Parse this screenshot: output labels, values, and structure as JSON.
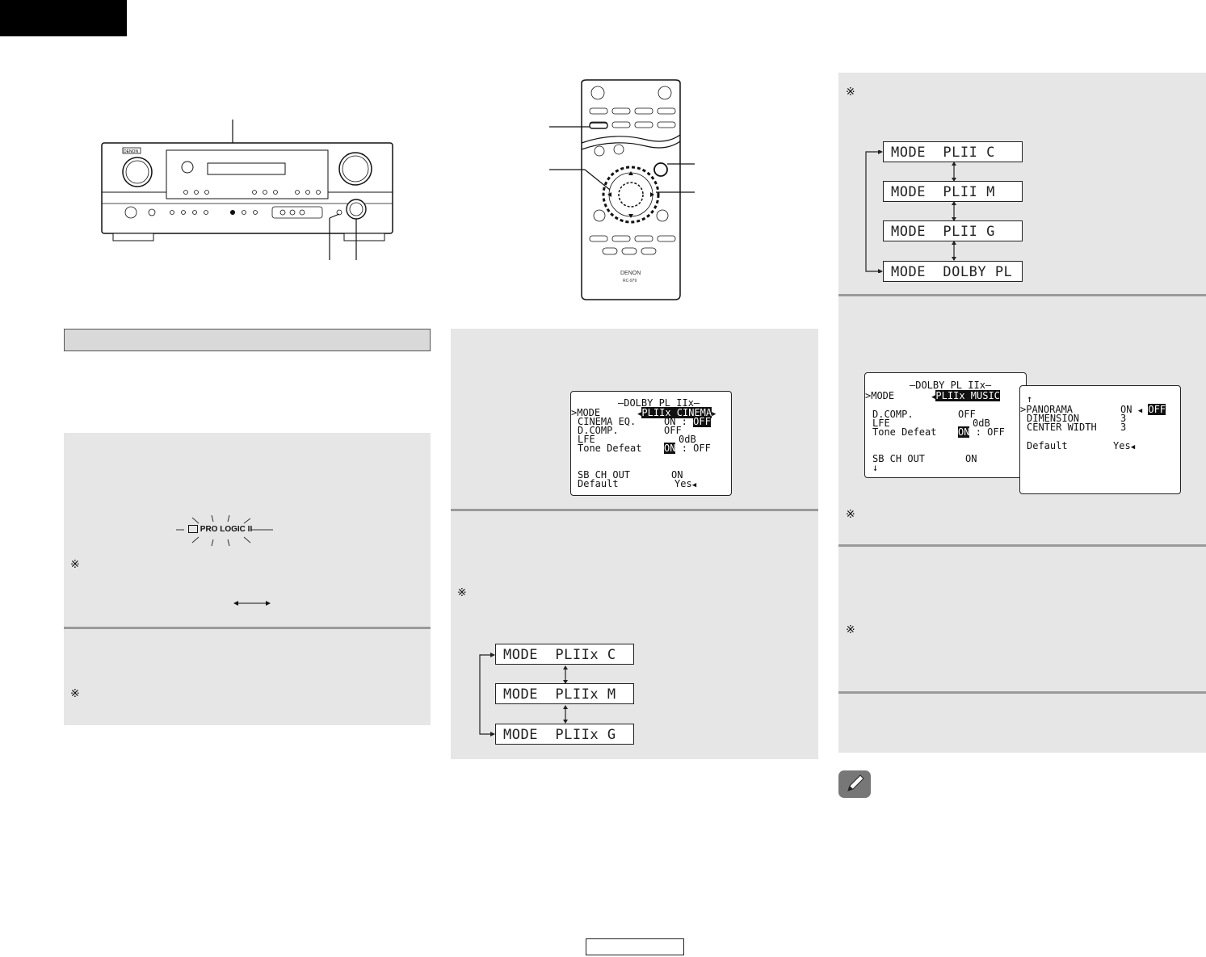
{
  "osd_center": {
    "title": "–DOLBY PL IIx–",
    "mode_label": ">MODE",
    "mode_value": "PLIIx CINEMA",
    "cinema_eq_label": "CINEMA EQ.",
    "cinema_eq_on": "ON :",
    "cinema_eq_off": "OFF",
    "dcomp_label": "D.COMP.",
    "dcomp_value": "OFF",
    "lfe_label": "LFE",
    "lfe_value": "0dB",
    "tone_label": "Tone Defeat",
    "tone_on": "ON",
    "tone_off": ": OFF",
    "sbch_label": "SB CH OUT",
    "sbch_value": "ON",
    "default_label": "Default",
    "default_value": "Yes"
  },
  "mode_chain_center": [
    "MODE  PLIIx C",
    "MODE  PLIIx M",
    "MODE  PLIIx G"
  ],
  "mode_chain_right": [
    "MODE  PLII C",
    "MODE  PLII M",
    "MODE  PLII G",
    "MODE  DOLBY PL"
  ],
  "osd_right_main": {
    "title": "–DOLBY PL IIx–",
    "mode_label": ">MODE",
    "mode_value": "PLIIx MUSIC",
    "dcomp_label": "D.COMP.",
    "dcomp_value": "OFF",
    "lfe_label": "LFE",
    "lfe_value": "0dB",
    "tone_label": "Tone Defeat",
    "tone_on": "ON",
    "tone_off": ": OFF",
    "sbch_label": "SB CH OUT",
    "sbch_value": "ON",
    "down_arrow": "↓"
  },
  "osd_right_sub": {
    "up_arrow": "↑",
    "panorama_label": ">PANORAMA",
    "panorama_on": "ON",
    "panorama_off": "OFF",
    "dimension_label": "DIMENSION",
    "dimension_value": "3",
    "center_width_label": "CENTER WIDTH",
    "center_width_value": "3",
    "default_label": "Default",
    "default_value": "Yes"
  },
  "display_indicator": "PRO LOGIC II",
  "note_marks": {
    "symbol": "※"
  },
  "remote": {
    "brand": "DENON",
    "model": "RC-979"
  },
  "receiver": {
    "brand": "DENON"
  }
}
